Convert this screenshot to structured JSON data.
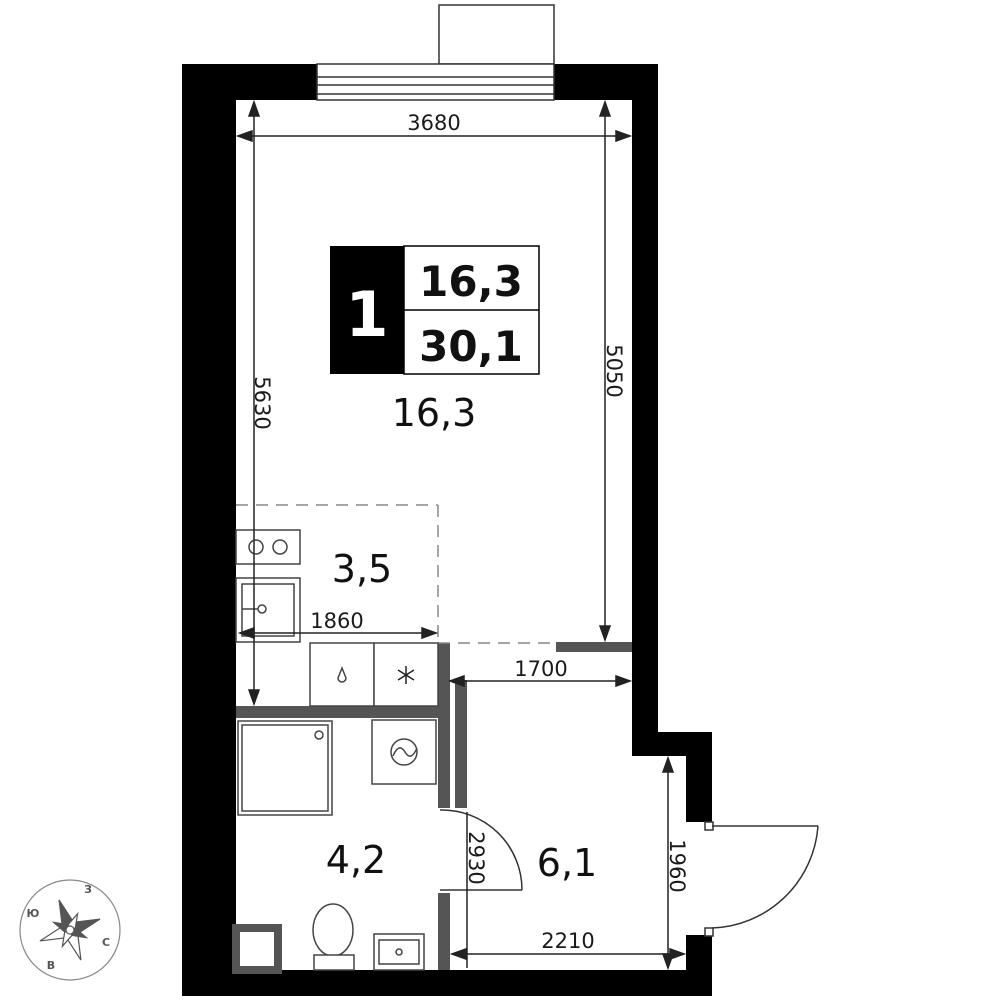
{
  "badge": {
    "rooms": "1",
    "living_area": "16,3",
    "total_area": "30,1"
  },
  "rooms": {
    "living_room": "16,3",
    "kitchen": "3,5",
    "bathroom": "4,2",
    "hallway": "6,1"
  },
  "dimensions": {
    "room_width": "3680",
    "room_length_left": "5630",
    "room_length_right": "5050",
    "kitchen_width": "1860",
    "hallway_width": "1700",
    "hallway_length": "2930",
    "entrance_length": "1960",
    "hallway_bottom": "2210"
  },
  "compass": {
    "north": "З",
    "west": "Ю",
    "south": "В",
    "east": "С"
  },
  "colors": {
    "wall": "#000000",
    "partition": "#555555",
    "fixture_stroke": "#444444",
    "dashed": "#888888"
  }
}
